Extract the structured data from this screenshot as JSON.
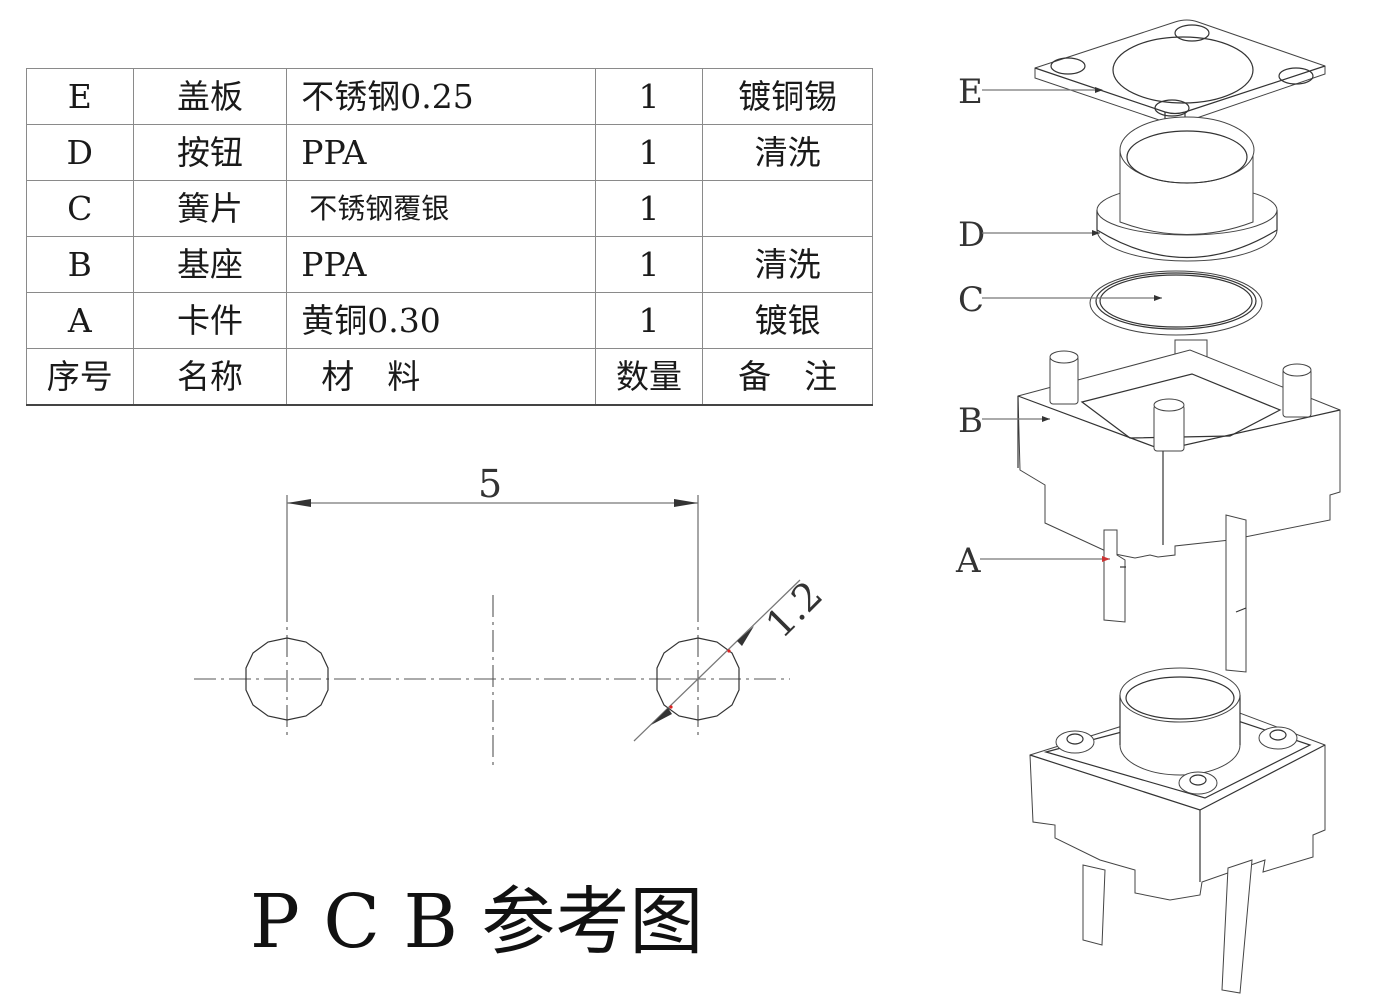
{
  "bom_table": {
    "rows": [
      {
        "id": "E",
        "name": "盖板",
        "material": "不锈钢0.25",
        "qty": "1",
        "note": "镀铜锡"
      },
      {
        "id": "D",
        "name": "按钮",
        "material": "PPA",
        "qty": "1",
        "note": "清洗"
      },
      {
        "id": "C",
        "name": "簧片",
        "material": "不锈钢覆银",
        "qty": "1",
        "note": ""
      },
      {
        "id": "B",
        "name": "基座",
        "material": "PPA",
        "qty": "1",
        "note": "清洗"
      },
      {
        "id": "A",
        "name": "卡件",
        "material": "黄铜0.30",
        "qty": "1",
        "note": "镀银"
      }
    ],
    "header": {
      "id": "序号",
      "name": "名称",
      "material": "材　料",
      "qty": "数量",
      "note": "备　注"
    }
  },
  "pcb_drawing": {
    "pitch_dimension": "5",
    "hole_diameter": "1.2",
    "title": "P C B 参考图"
  },
  "exploded_view": {
    "labels": [
      "E",
      "D",
      "C",
      "B",
      "A"
    ]
  }
}
